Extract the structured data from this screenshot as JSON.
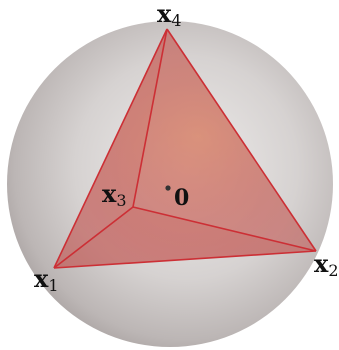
{
  "diagram": {
    "vertices": [
      {
        "id": "x1",
        "letter": "x",
        "subscript": "1"
      },
      {
        "id": "x2",
        "letter": "x",
        "subscript": "2"
      },
      {
        "id": "x3",
        "letter": "x",
        "subscript": "3"
      },
      {
        "id": "x4",
        "letter": "x",
        "subscript": "4"
      }
    ],
    "center_label": "0",
    "colors": {
      "sphere_light": "#eeeceb",
      "sphere_mid": "#c7c2c1",
      "sphere_dark": "#9a9292",
      "face_fill": "#c0504d",
      "edge": "#cc2f35",
      "center_dot": "#333333"
    }
  }
}
